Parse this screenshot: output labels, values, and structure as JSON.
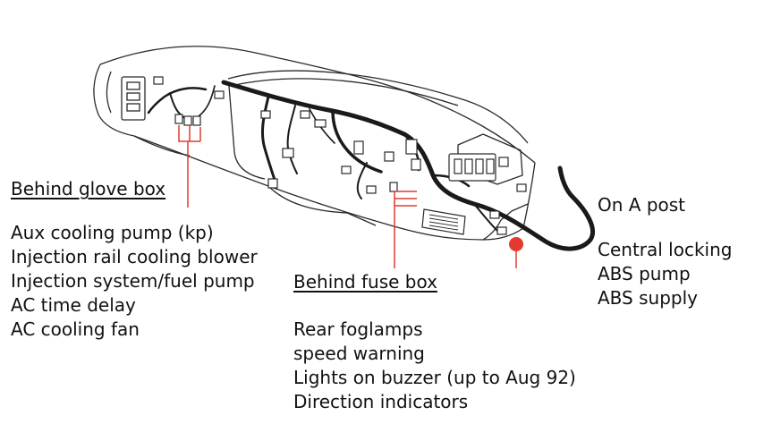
{
  "colors": {
    "line": "#2a2a2a",
    "harness": "#1a1a1a",
    "pointer": "#e23a2f",
    "text": "#111111"
  },
  "groups": {
    "glove_box": {
      "heading": "Behind glove box",
      "items": [
        "Aux cooling pump (kp)",
        "Injection rail cooling blower",
        "Injection system/fuel pump",
        "AC time delay",
        "AC cooling fan"
      ]
    },
    "fuse_box": {
      "heading": "Behind fuse box",
      "items": [
        "Rear foglamps",
        "speed warning",
        "Lights on buzzer (up to Aug 92)",
        "Direction indicators"
      ]
    },
    "a_post": {
      "heading": "On A post",
      "items": [
        "Central locking",
        "ABS pump",
        "ABS supply"
      ]
    }
  }
}
